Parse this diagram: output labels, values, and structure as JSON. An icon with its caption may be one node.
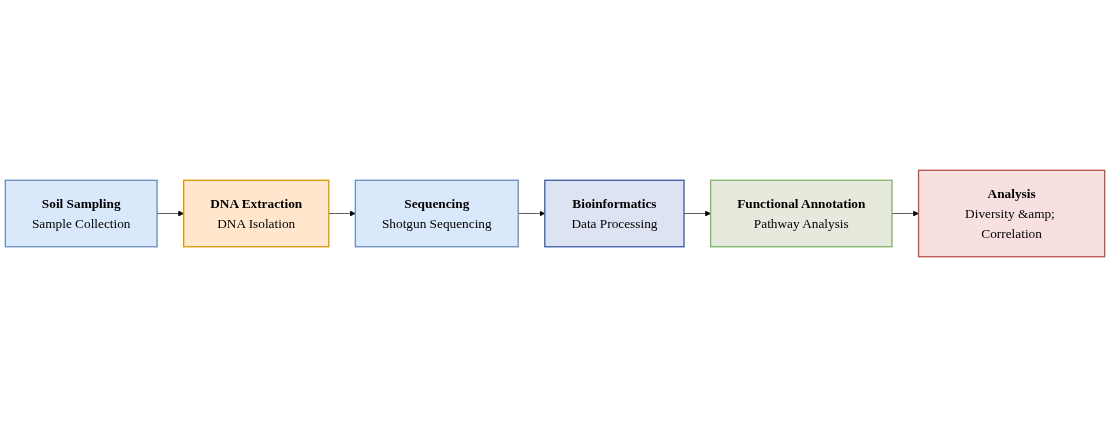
{
  "diagram": {
    "nodes": [
      {
        "text": [
          "Soil Sampling",
          "Sample Collection"
        ]
      },
      {
        "text": [
          "DNA Extraction",
          "DNA Isolation"
        ]
      },
      {
        "text": [
          "Sequencing",
          "Shotgun Sequencing"
        ]
      },
      {
        "text": [
          "Analysis",
          "Diversity &amp; Correlation"
        ]
      },
      {
        "text": [
          "Functional Annotation",
          "Pathway Analysis"
        ]
      },
      {
        "text": [
          "Bioinformatics",
          "Data Processing"
        ]
      }
    ],
    "edges": [
      {
        "from": 0,
        "to": 1,
        "arrow": "to"
      },
      {
        "from": 1,
        "to": 2,
        "arrow": "to"
      },
      {
        "from": 2,
        "to": 5,
        "arrow": "to"
      },
      {
        "from": 5,
        "to": 4,
        "arrow": "to"
      },
      {
        "from": 4,
        "to": 3,
        "arrow": "to"
      }
    ]
  }
}
